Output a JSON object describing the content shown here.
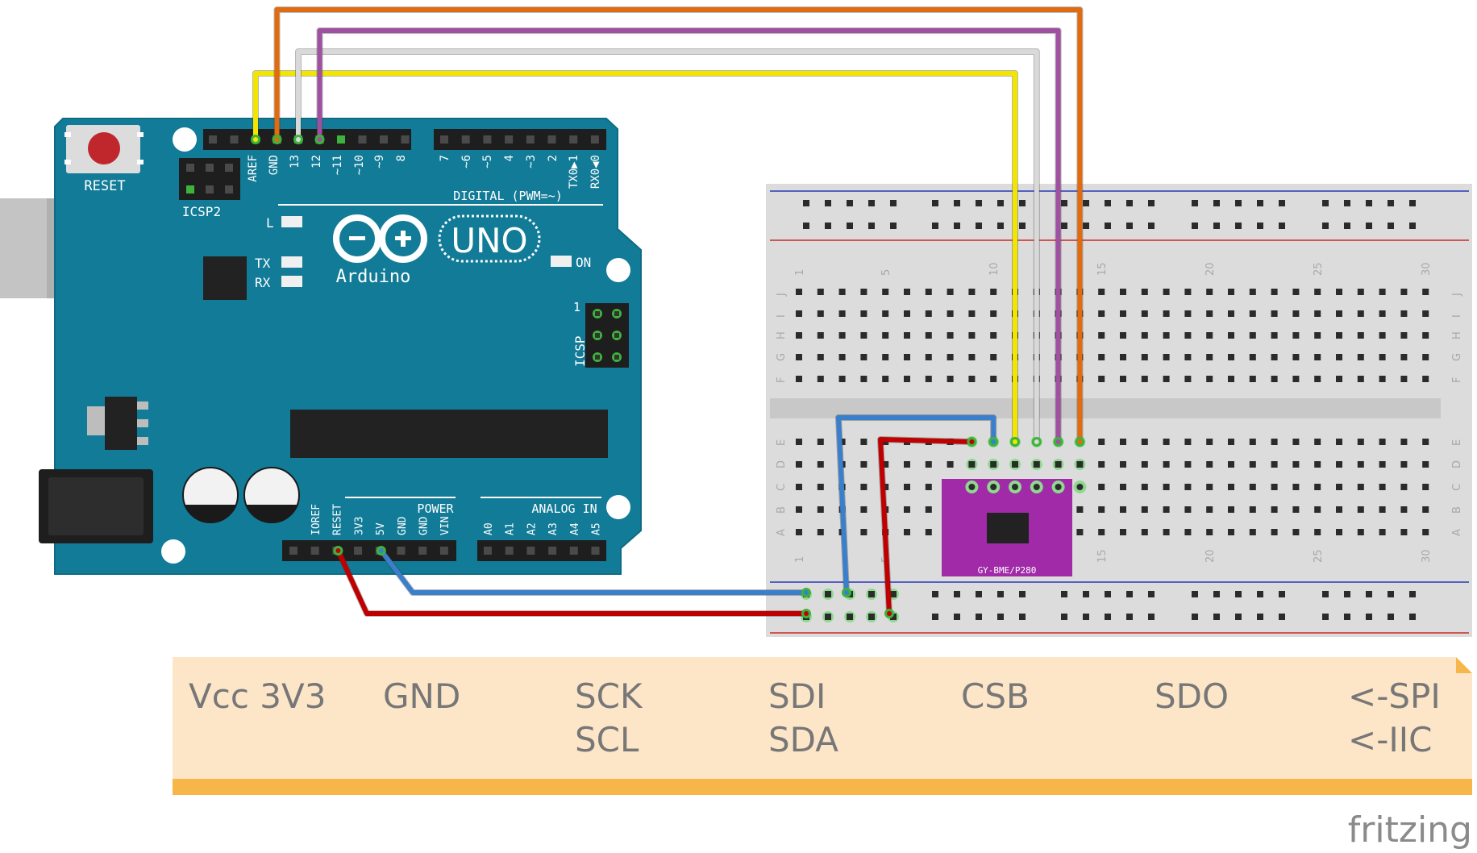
{
  "arduino": {
    "brand": "Arduino",
    "model": "UNO",
    "reset_label": "RESET",
    "icsp2_label": "ICSP2",
    "icsp_label": "ICSP",
    "icsp_pin1": "1",
    "l_label": "L",
    "tx_label": "TX",
    "rx_label": "RX",
    "on_label": "ON",
    "digital_title": "DIGITAL (PWM=~)",
    "power_title": "POWER",
    "analog_title": "ANALOG IN",
    "digital_pins": [
      "AREF",
      "GND",
      "13",
      "12",
      "~11",
      "~10",
      "~9",
      "8",
      "7",
      "~6",
      "~5",
      "4",
      "~3",
      "2",
      "TX0▶1",
      "RX0◀0"
    ],
    "power_pins": [
      "IOREF",
      "RESET",
      "3V3",
      "5V",
      "GND",
      "GND",
      "VIN"
    ],
    "analog_pins": [
      "A0",
      "A1",
      "A2",
      "A3",
      "A4",
      "A5"
    ]
  },
  "breadboard": {
    "column_numbers": [
      "1",
      "5",
      "10",
      "15",
      "20",
      "25",
      "30"
    ],
    "rows_top": [
      "J",
      "I",
      "H",
      "G",
      "F"
    ],
    "rows_bottom": [
      "E",
      "D",
      "C",
      "B",
      "A"
    ]
  },
  "sensor": {
    "label": "GY-BME/P280"
  },
  "wires": [
    {
      "name": "yellow-wire",
      "color": "#f2e600"
    },
    {
      "name": "orange-wire",
      "color": "#e06b10"
    },
    {
      "name": "white-wire",
      "color": "#d9d9d9"
    },
    {
      "name": "purple-wire",
      "color": "#a050a0"
    },
    {
      "name": "blue-wire",
      "color": "#3a7fcc"
    },
    {
      "name": "red-wire",
      "color": "#c00000"
    }
  ],
  "labels": {
    "vcc": "Vcc 3V3",
    "gnd": "GND",
    "sck": "SCK",
    "scl": "SCL",
    "sdi": "SDI",
    "sda": "SDA",
    "csb": "CSB",
    "sdo": "SDO",
    "spi": "<-SPI",
    "iic": "<-IIC"
  },
  "footer": {
    "brand": "fritzing"
  },
  "colors": {
    "board": "#127b97",
    "board_text": "#ffffff",
    "sensor": "#a02aa8",
    "label_bg": "#fde6c8",
    "label_bar": "#f7b64a",
    "label_text": "#777777"
  }
}
